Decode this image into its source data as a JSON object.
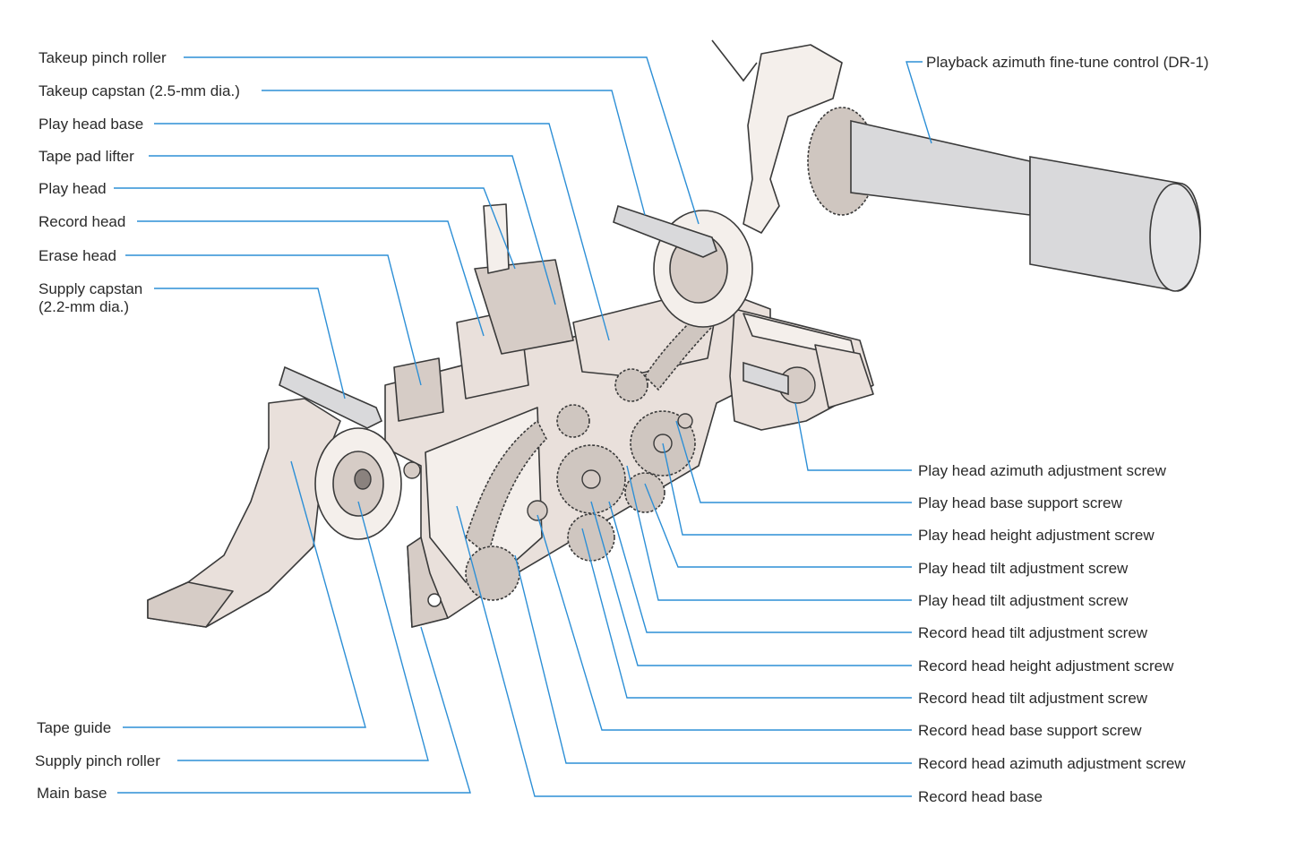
{
  "colors": {
    "leader": "#2d8fd6",
    "part_fill": "#e9e0db",
    "ink": "#2a2a2a"
  },
  "labels_left": [
    "Takeup pinch roller",
    "Takeup capstan (2.5-mm dia.)",
    "Play head base",
    "Tape pad lifter",
    "Play head",
    "Record head",
    "Erase head",
    "Supply capstan",
    "(2.2-mm dia.)",
    "Tape guide",
    "Supply pinch roller",
    "Main base"
  ],
  "label_top_right": "Playback azimuth fine-tune control (DR-1)",
  "labels_right": [
    "Play head azimuth adjustment screw",
    "Play head base support screw",
    "Play head height adjustment screw",
    "Play head tilt adjustment screw",
    "Play head tilt adjustment screw",
    "Record head tilt adjustment screw",
    "Record head height adjustment screw",
    "Record head tilt adjustment screw",
    "Record head base support screw",
    "Record head azimuth adjustment screw",
    "Record head base"
  ]
}
